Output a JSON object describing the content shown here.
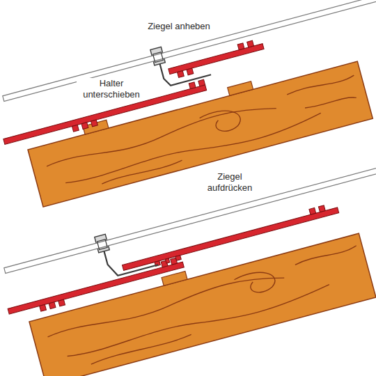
{
  "diagram": {
    "labels": [
      "Ziegel anheben",
      "Halter unterschieben",
      "Ziegel aufdrücken"
    ]
  }
}
